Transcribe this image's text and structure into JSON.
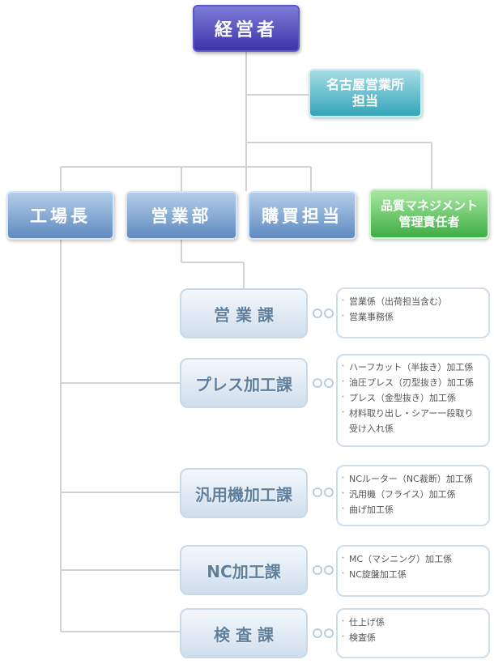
{
  "top": "経営者",
  "nagoya": [
    "名古屋営業所",
    "担当"
  ],
  "departments": [
    "工場長",
    "営業部",
    "購買担当"
  ],
  "quality": [
    "品質マネジメント",
    "管理責任者"
  ],
  "sections": [
    {
      "name": "営 業 課",
      "items": [
        "営業係（出荷担当含む）",
        "営業事務係"
      ]
    },
    {
      "name": "プレス加工課",
      "items": [
        "ハーフカット（半抜き）加工係",
        "油圧プレス（刃型抜き）加工係",
        "プレス（金型抜き）加工係",
        "材料取り出し・シアー一段取り",
        "受け入れ係"
      ]
    },
    {
      "name": "汎用機加工課",
      "items": [
        "NCルーター（NC裁断）加工係",
        "汎用機（フライス）加工係",
        "曲げ加工係"
      ]
    },
    {
      "name": "NC加工課",
      "items": [
        "MC（マシニング）加工係",
        "NC旋盤加工係"
      ]
    },
    {
      "name": "検 査 課",
      "items": [
        "仕上げ係",
        "検査係"
      ]
    }
  ]
}
